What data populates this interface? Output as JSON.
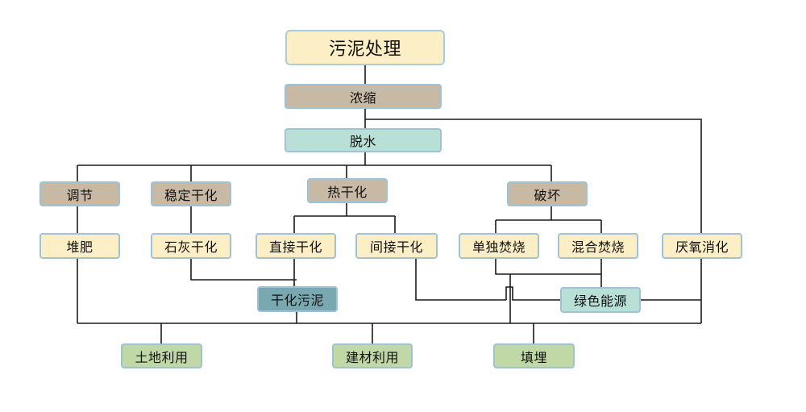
{
  "nodes": {
    "root": "污泥处理",
    "thicken": "浓缩",
    "dewater": "脱水",
    "condition": "调节",
    "stabilize_dry": "稳定干化",
    "thermal_dry": "热干化",
    "incinerate": "破坏",
    "compost": "堆肥",
    "lime_dry": "石灰干化",
    "direct_dry": "直接干化",
    "indirect_dry": "间接干化",
    "mono_incin": "单独焚烧",
    "co_incin": "混合焚烧",
    "anaerobic": "厌氧消化",
    "dried_sludge": "干化污泥",
    "green_energy": "绿色能源",
    "land_use": "土地利用",
    "building_use": "建材利用",
    "landfill": "填埋"
  },
  "colors": {
    "yellow": "#fdefc5",
    "tan": "#c8b9a4",
    "mint": "#b9e0d6",
    "slate": "#7aa8b0",
    "green": "#bfd8a6",
    "border": "#9fc3d6"
  }
}
